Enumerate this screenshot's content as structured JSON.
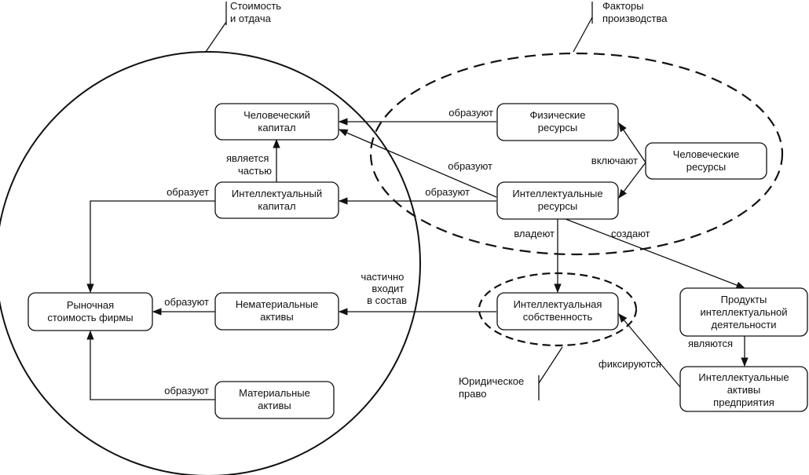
{
  "regions": {
    "value": [
      "Стоимость",
      "и отдача"
    ],
    "factors": [
      "Факторы",
      "производства"
    ],
    "law": [
      "Юридическое",
      "право"
    ]
  },
  "nodes": {
    "human_capital": [
      "Человеческий",
      "капитал"
    ],
    "intellectual_capital": [
      "Интеллектуальный",
      "капитал"
    ],
    "market_value": [
      "Рыночная",
      "стоимость фирмы"
    ],
    "intangible_assets": [
      "Нематериальные",
      "активы"
    ],
    "material_assets": [
      "Материальные",
      "активы"
    ],
    "physical_resources": [
      "Физические",
      "ресурсы"
    ],
    "human_resources": [
      "Человеческие",
      "ресурсы"
    ],
    "intellectual_resources": [
      "Интеллектуальные",
      "ресурсы"
    ],
    "intellectual_property": [
      "Интеллектуальная",
      "собственность"
    ],
    "intellectual_products": [
      "Продукты",
      "интеллектуальной",
      "деятельности"
    ],
    "enterprise_ia": [
      "Интеллектуальные",
      "активы",
      "предприятия"
    ]
  },
  "edge_labels": {
    "phys_to_human_capital": "образуют",
    "ir_to_human_capital": "образуют",
    "ir_to_intellectual_capital": "образуют",
    "ic_part_of_hc": [
      "является",
      "частью"
    ],
    "ic_to_market": "образует",
    "intangible_to_market": "образуют",
    "material_to_market": "образуют",
    "hr_includes": "включают",
    "ir_owns": "владеют",
    "ir_create": "создают",
    "ip_part_of_intangible": [
      "частично",
      "входит",
      "в состав"
    ],
    "products_are": "являются",
    "fixed": "фиксируются"
  }
}
